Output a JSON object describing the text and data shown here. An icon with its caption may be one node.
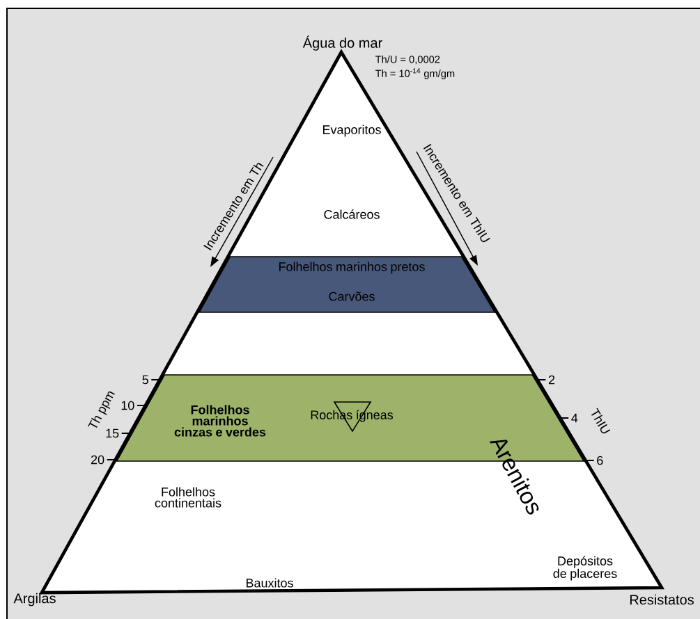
{
  "diagram": {
    "nodes": [
      {
        "text": [
          "Evaporitos",
          "Calcáreos",
          "Folhelhos continentais",
          "Arenitos",
          "Bauxitos",
          "Depósitos de placeres"
        ]
      },
      {
        "text": [
          "Folhelhos marinhos pretos",
          "Carvões"
        ],
        "in": 0
      },
      {
        "text": [
          "Folhelhos marinhos cinzas e verdes",
          "Rochas ígneas"
        ],
        "in": 0
      }
    ],
    "labels": [
      "Água do mar",
      "Th/U = 0,0002",
      "Th = 10$^{-14}$ gm/gm",
      "Incremento em Th",
      "Incremento em ThIU",
      "Th ppm",
      "5",
      "10",
      "15",
      "20",
      "ThIU",
      "2",
      "4",
      "6",
      "Argilas",
      "Resistatos"
    ]
  }
}
